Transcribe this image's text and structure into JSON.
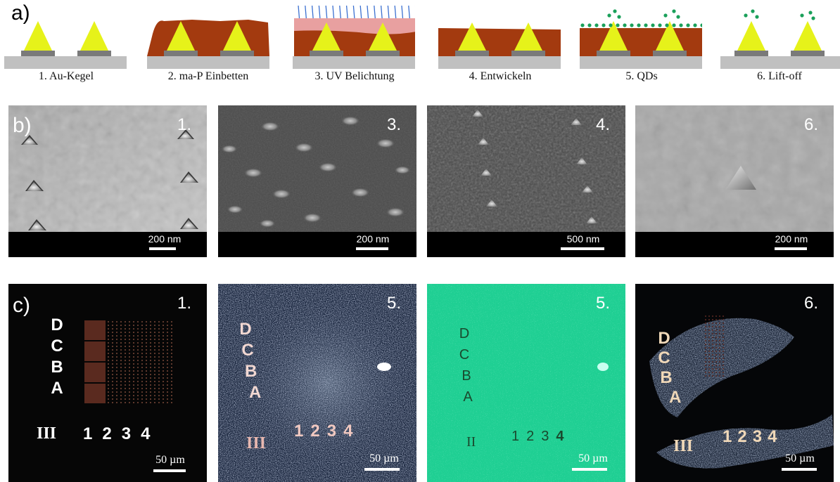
{
  "panels": {
    "a": "a)",
    "b": "b)",
    "c": "c)"
  },
  "schematic": {
    "steps": [
      {
        "caption": "1. Au-Kegel"
      },
      {
        "caption": "2. ma-P Einbetten"
      },
      {
        "caption": "3. UV Belichtung"
      },
      {
        "caption": "4. Entwickeln"
      },
      {
        "caption": "5. QDs"
      },
      {
        "caption": "6. Lift-off"
      }
    ],
    "colors": {
      "substrate": "#c0c0c0",
      "pad": "#7a7a7a",
      "cone": "#e6f21a",
      "resist": "#a33a0f",
      "exposed": "#e8a0a0",
      "uv": "#3a6fd0",
      "qd": "#1aa05a"
    }
  },
  "sem": {
    "tiles": [
      {
        "step": "1.",
        "scale": "200 nm"
      },
      {
        "step": "3.",
        "scale": "200 nm"
      },
      {
        "step": "4.",
        "scale": "500 nm"
      },
      {
        "step": "6.",
        "scale": "200 nm"
      }
    ]
  },
  "optical": {
    "tiles": [
      {
        "step": "1.",
        "scale": "50 µm",
        "letters": [
          "D",
          "C",
          "B",
          "A"
        ],
        "roman": "III",
        "numbers": [
          "1",
          "2",
          "3",
          "4"
        ]
      },
      {
        "step": "5.",
        "scale": "50 µm",
        "letters": [
          "D",
          "C",
          "B",
          "A"
        ],
        "roman": "III",
        "numbers": [
          "1",
          "2",
          "3",
          "4"
        ]
      },
      {
        "step": "5.",
        "scale": "50 µm",
        "letters": [
          "D",
          "C",
          "B",
          "A"
        ],
        "roman": "II",
        "numbers": [
          "1",
          "2",
          "3",
          "4"
        ]
      },
      {
        "step": "6.",
        "scale": "50 µm",
        "letters": [
          "D",
          "C",
          "B",
          "A"
        ],
        "roman": "III",
        "numbers": [
          "1",
          "2",
          "3",
          "4"
        ]
      }
    ]
  }
}
